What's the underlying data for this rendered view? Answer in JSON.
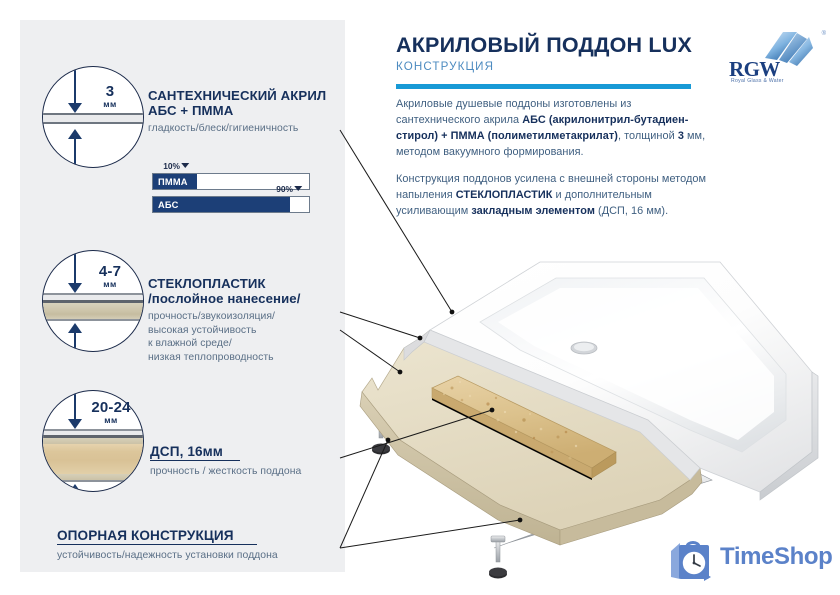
{
  "header": {
    "title": "АКРИЛОВЫЙ ПОДДОН LUX",
    "subtitle": "КОНСТРУКЦИЯ",
    "accent_color": "#189ad6",
    "title_color": "#16305c"
  },
  "body": {
    "paragraph1_a": "Акриловые душевые поддоны изготовлены из сантехнического акрила ",
    "paragraph1_b": "АБС (акрилонитрил-бутадиен-стирол) + ПММА (полиметилметакрилат)",
    "paragraph1_c": ", толщиной ",
    "paragraph1_d": "3",
    "paragraph1_e": " мм, методом вакуумного формирования.",
    "paragraph2_a": "Конструкция поддонов усилена с внешней стороны методом напыления ",
    "paragraph2_b": "СТЕКЛОПЛАСТИК",
    "paragraph2_c": " и дополнительным усиливающим ",
    "paragraph2_d": "закладным элементом",
    "paragraph2_e": " (ДСП, 16 мм)."
  },
  "brand": {
    "rgw_name": "RGW",
    "rgw_tagline": "Royal Glass & Water",
    "rgw_registered": "®"
  },
  "watermark": {
    "name": "TimeShop",
    "color": "#5b82c9"
  },
  "callouts": [
    {
      "id": "acrylic",
      "thickness_value": "3",
      "thickness_unit": "мм",
      "title_line1": "САНТЕХНИЧЕСКИЙ АКРИЛ",
      "title_line2": "АБС + ПММА",
      "description": "гладкость/блеск/гигиеничность"
    },
    {
      "id": "fiberglass",
      "thickness_value": "4-7",
      "thickness_unit": "мм",
      "title_line1": "СТЕКЛОПЛАСТИК",
      "title_line2": "/послойное нанесение/",
      "description_line1": "прочность/звукоизоляция/",
      "description_line2": "высокая устойчивость",
      "description_line3": "к влажной среде/",
      "description_line4": "низкая теплопроводность"
    },
    {
      "id": "chipboard",
      "thickness_value": "20-24",
      "thickness_unit": "мм",
      "title_line1": "ДСП, 16мм",
      "description": "прочность / жесткость поддона"
    },
    {
      "id": "support",
      "title_line1": "ОПОРНАЯ КОНСТРУКЦИЯ",
      "description": "устойчивость/надежность установки поддона"
    }
  ],
  "chart_data": {
    "type": "bar",
    "title": "",
    "orientation": "horizontal",
    "categories": [
      "ПММА",
      "АБС"
    ],
    "values": [
      10,
      90
    ],
    "value_labels": [
      "10%",
      "90%"
    ],
    "unit": "%",
    "xlim": [
      0,
      100
    ],
    "grid": false,
    "legend": false,
    "bar_color": "#1c3f77",
    "track_color": "#ffffff"
  }
}
